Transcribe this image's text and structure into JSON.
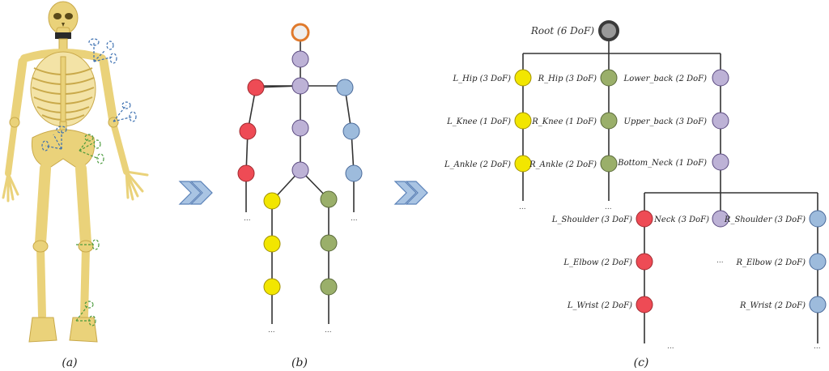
{
  "captions": {
    "a": "(a)",
    "b": "(b)",
    "c": "(c)"
  },
  "colors": {
    "yellow": "#f2e600",
    "green": "#9aaf6a",
    "purple": "#bdb2d6",
    "red": "#ee4b55",
    "blue": "#9dbbdc",
    "root_outer": "#666666",
    "b_root_ring": "#e07a2c",
    "arrow_fill": "#a9c4e3",
    "arrow_stroke": "#5b82b8",
    "bone": "#ead27a"
  },
  "tree": {
    "root": "Root (6 DoF)",
    "left_leg": [
      "L_Hip (3 DoF)",
      "L_Knee (1 DoF)",
      "L_Ankle (2 DoF)"
    ],
    "right_leg": [
      "R_Hip (3 DoF)",
      "R_Knee (1 DoF)",
      "R_Ankle (2 DoF)"
    ],
    "spine": [
      "Lower_back (2 DoF)",
      "Upper_back (3 DoF)",
      "Bottom_Neck (1 DoF)"
    ],
    "left_arm": [
      "L_Shoulder (3 DoF)",
      "L_Elbow (2 DoF)",
      "L_Wrist (2 DoF)"
    ],
    "neck": "Neck (3 DoF)",
    "right_arm": [
      "R_Shoulder (3 DoF)",
      "R_Elbow (2 DoF)",
      "R_Wrist (2 DoF)"
    ]
  },
  "ellipsis": "..."
}
